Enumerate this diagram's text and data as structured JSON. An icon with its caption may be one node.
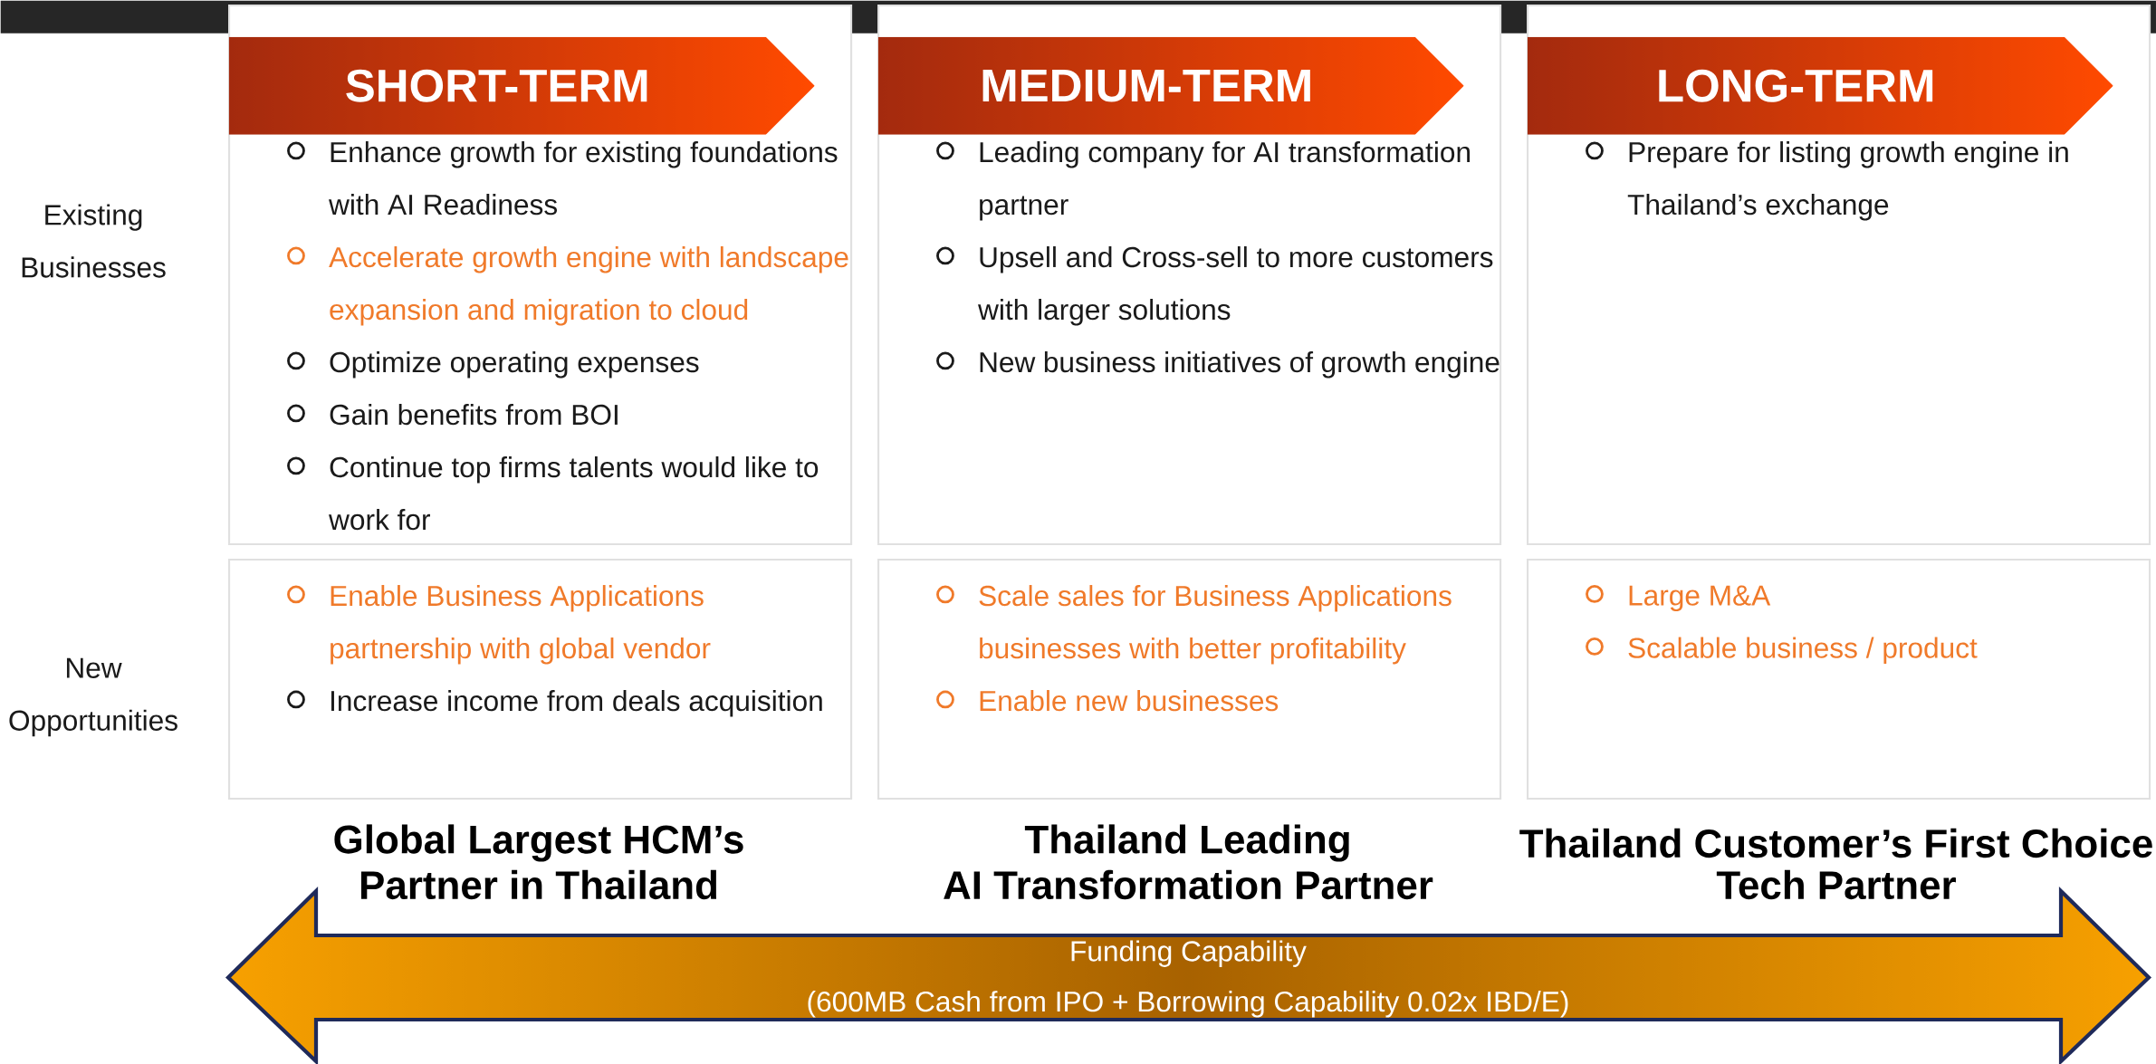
{
  "diagram": {
    "nodes": [
      {
        "text": [
          "Enhance growth for existing foundations with AI Readiness",
          "Accelerate growth engine with landscape expansion and migration to cloud",
          "Optimize operating expenses",
          "Gain benefits from BOI",
          "Continue top firms talents would like to work for"
        ]
      },
      {
        "text": [
          "SHORT-TERM"
        ],
        "in": 0
      },
      {
        "text": [
          "Leading company for AI transformation partner",
          "Upsell and Cross-sell to more customers with larger solutions",
          "New business initiatives of growth engine"
        ]
      },
      {
        "text": [
          "MEDIUM-TERM"
        ],
        "in": 2
      },
      {
        "text": [
          "Prepare for listing growth engine in Thailand’s exchange"
        ]
      },
      {
        "text": [
          "LONG-TERM"
        ],
        "in": 4
      },
      {
        "text": [
          "Enable Business Applications partnership with global vendor",
          "Increase income from deals acquisition"
        ]
      },
      {
        "text": [
          "Scale sales for Business Applications businesses with better profitability",
          "Enable new businesses"
        ]
      },
      {
        "text": [
          "Large M&A",
          "Scalable business / product"
        ]
      },
      {
        "text": [
          "Funding Capability",
          "(600MB Cash from IPO + Borrowing Capability 0.02x IBD/E)"
        ]
      },
      {
        "text": [],
        "shape": "bar"
      }
    ],
    "labels": [
      "Existing Businesses",
      "New Opportunities",
      "Global Largest HCM’s",
      "Partner in Thailand",
      "Thailand Leading",
      "AI Transformation Partner",
      "Thailand Customer’s First Choice",
      "Tech Partner"
    ]
  }
}
